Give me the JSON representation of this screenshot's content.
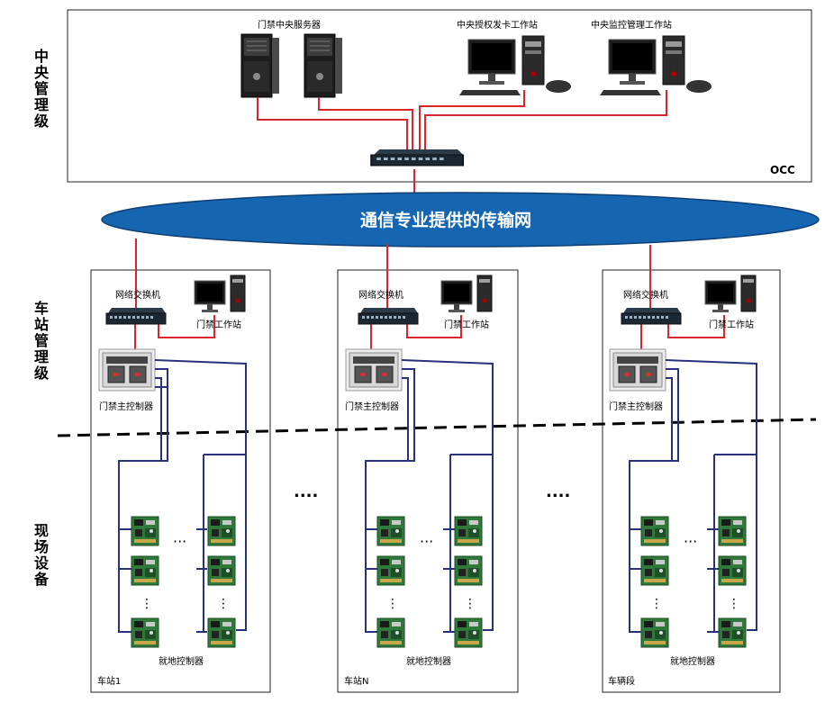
{
  "levels": {
    "central": [
      "中",
      "央",
      "管",
      "理",
      "级"
    ],
    "station": [
      "车",
      "站",
      "管",
      "理",
      "级"
    ],
    "field": [
      "现",
      "场",
      "设",
      "备"
    ]
  },
  "occ": {
    "label": "OCC",
    "server_label": "门禁中央服务器",
    "auth_station_label": "中央授权发卡工作站",
    "monitor_station_label": "中央监控管理工作站"
  },
  "network": {
    "label": "通信专业提供的传输网"
  },
  "stations": [
    {
      "name": "车站1",
      "switch_label": "网络交换机",
      "workstation_label": "门禁工作站",
      "main_controller_label": "门禁主控制器",
      "field_controller_label": "就地控制器"
    },
    {
      "name": "车站N",
      "switch_label": "网络交换机",
      "workstation_label": "门禁工作站",
      "main_controller_label": "门禁主控制器",
      "field_controller_label": "就地控制器"
    },
    {
      "name": "车辆段",
      "switch_label": "网络交换机",
      "workstation_label": "门禁工作站",
      "main_controller_label": "门禁主控制器",
      "field_controller_label": "就地控制器"
    }
  ],
  "ellipsis": {
    "between_stations": "....",
    "between_columns": "···",
    "vertical": "⋮"
  },
  "colors": {
    "network_line": "#d8262c",
    "bus_line": "#28327a",
    "ellipse_fill": "#1565b0",
    "pcb": "#2f7a3b"
  }
}
